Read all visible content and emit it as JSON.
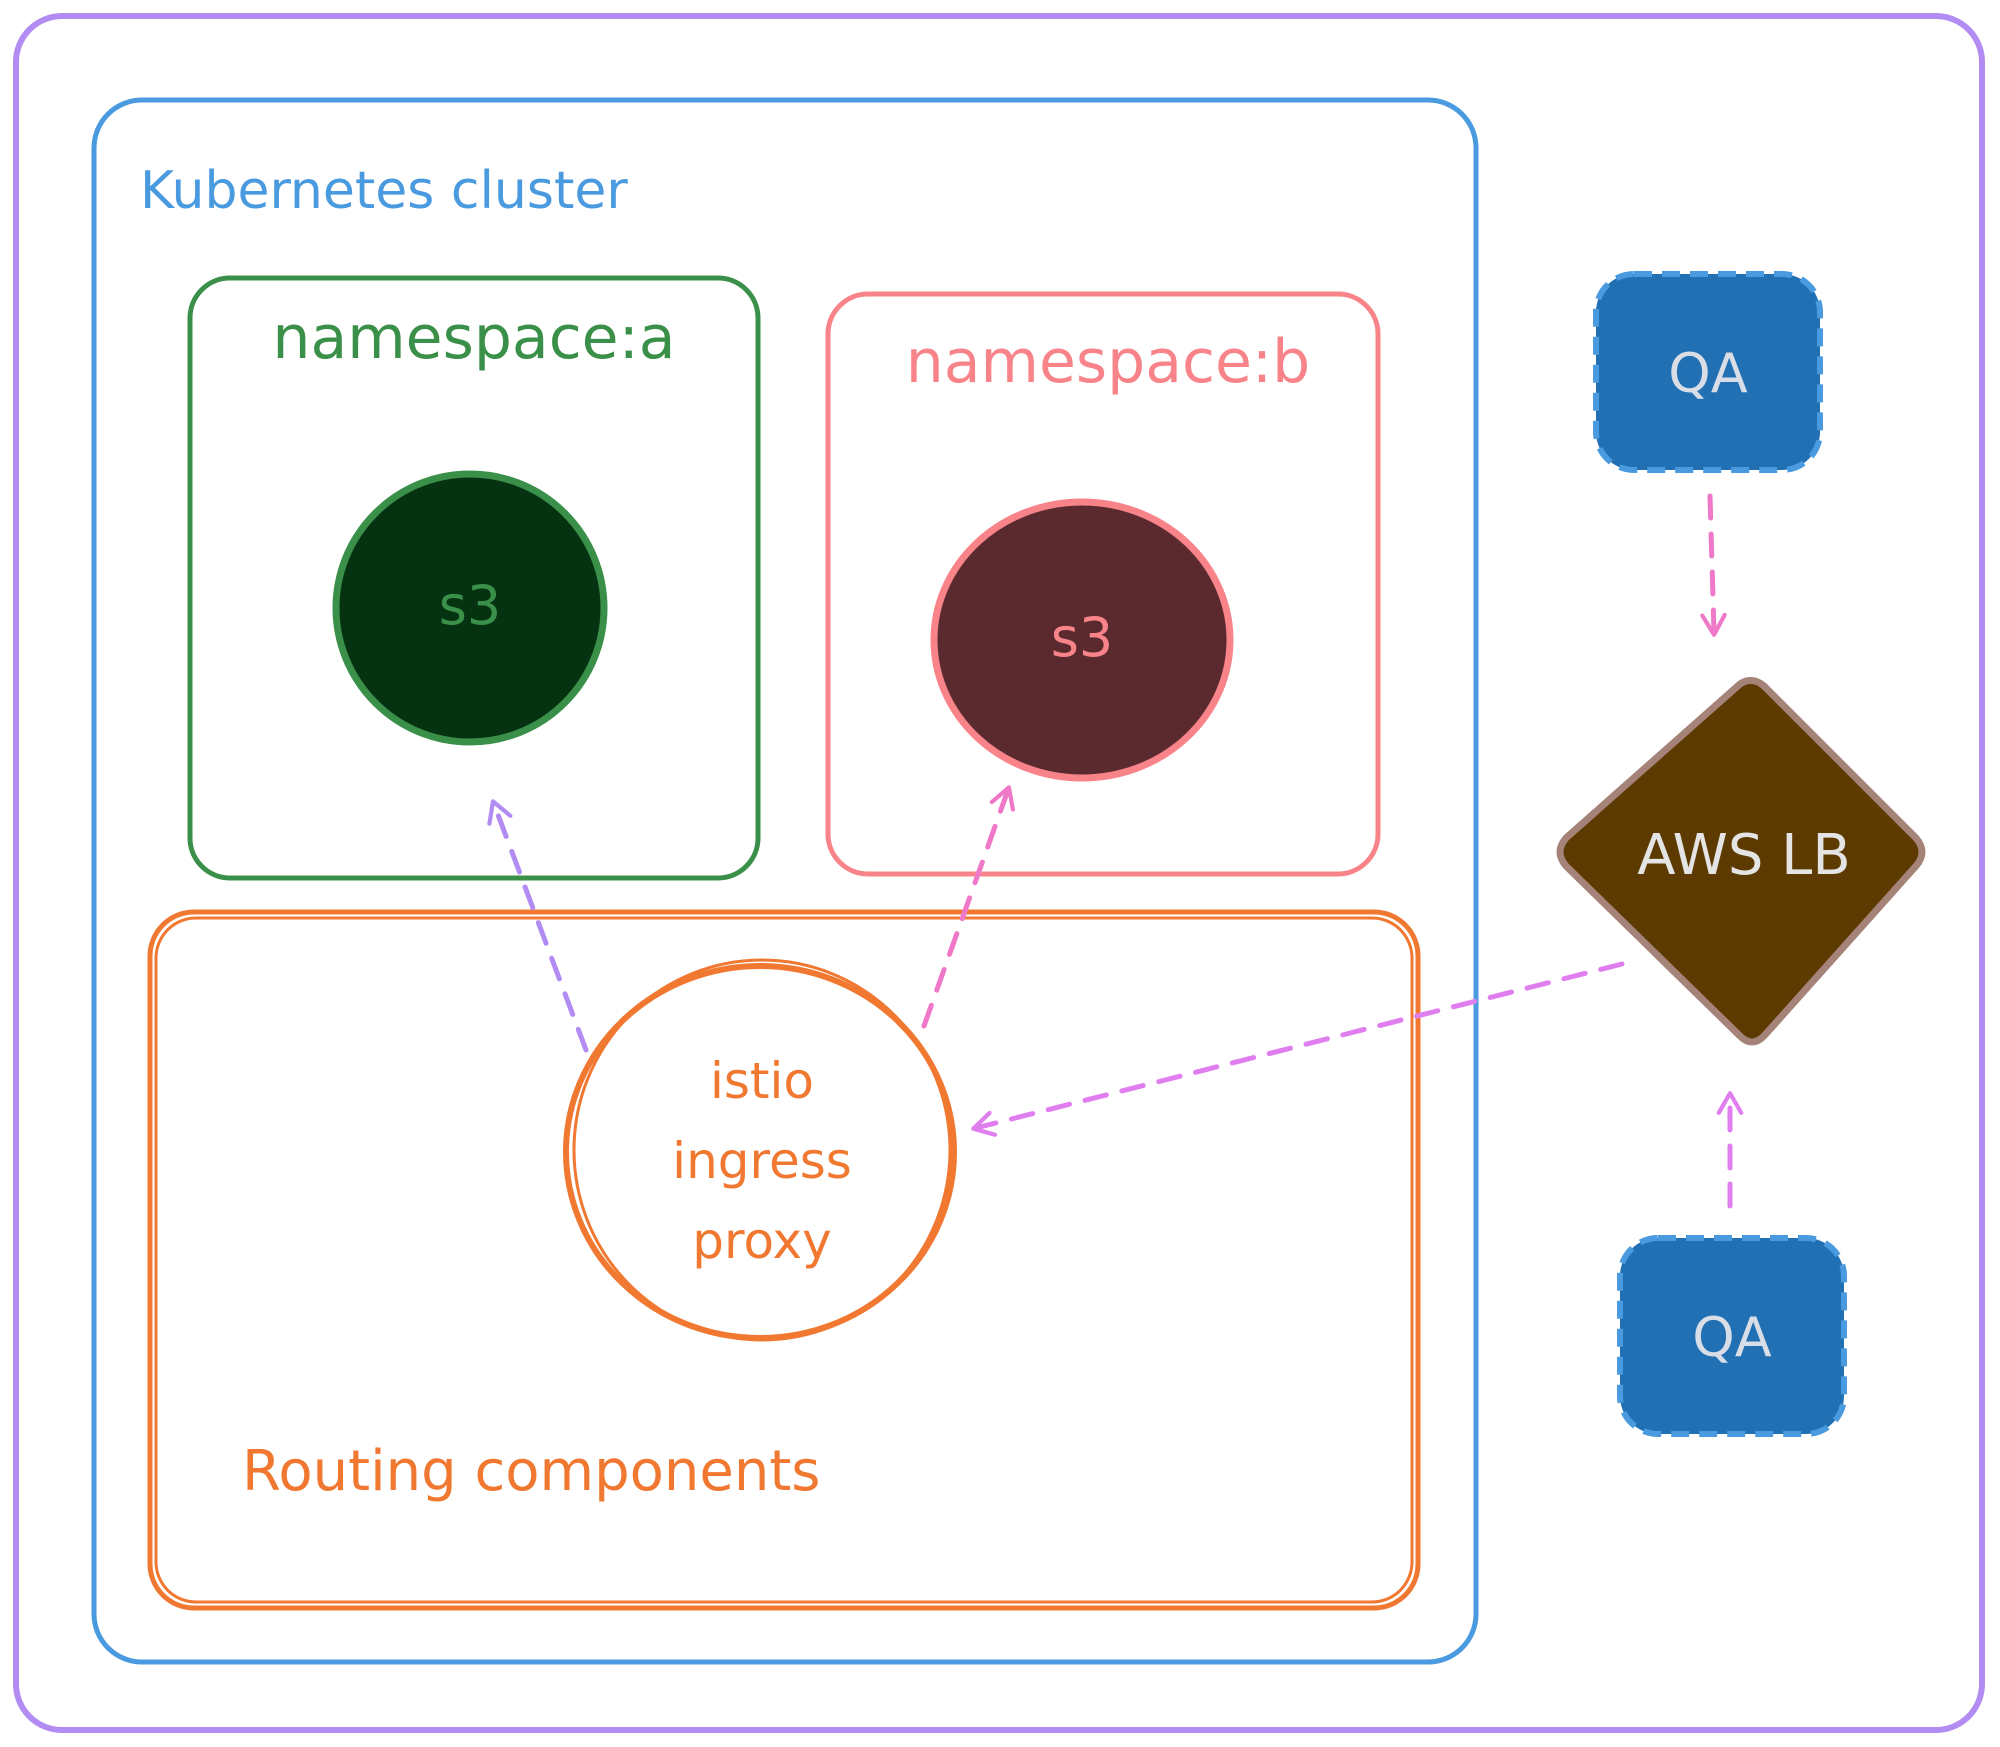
{
  "diagram": {
    "cluster": {
      "label": "Kubernetes cluster"
    },
    "namespace_a": {
      "label": "namespace:a",
      "service": "s3"
    },
    "namespace_b": {
      "label": "namespace:b",
      "service": "s3"
    },
    "routing": {
      "label": "Routing components",
      "proxy": {
        "lines": [
          "istio",
          "ingress",
          "proxy"
        ]
      }
    },
    "qa_top": {
      "label": "QA"
    },
    "qa_bottom": {
      "label": "QA"
    },
    "load_balancer": {
      "label": "AWS LB"
    }
  },
  "colors": {
    "outer_frame": "#b28cf2",
    "cluster": "#4a9ae0",
    "namespace_a": "#3a9048",
    "namespace_a_fill": "#053312",
    "namespace_b": "#f8848a",
    "namespace_b_fill": "#5a2a2e",
    "routing": "#f07830",
    "qa_fill": "#2270b4",
    "qa_border": "#4a9ae0",
    "lb_fill": "#5c3a00",
    "lb_border": "#a58378",
    "arrow_purple": "#b28cf2",
    "arrow_pink": "#f078c8",
    "arrow_magenta": "#e07ef0"
  }
}
